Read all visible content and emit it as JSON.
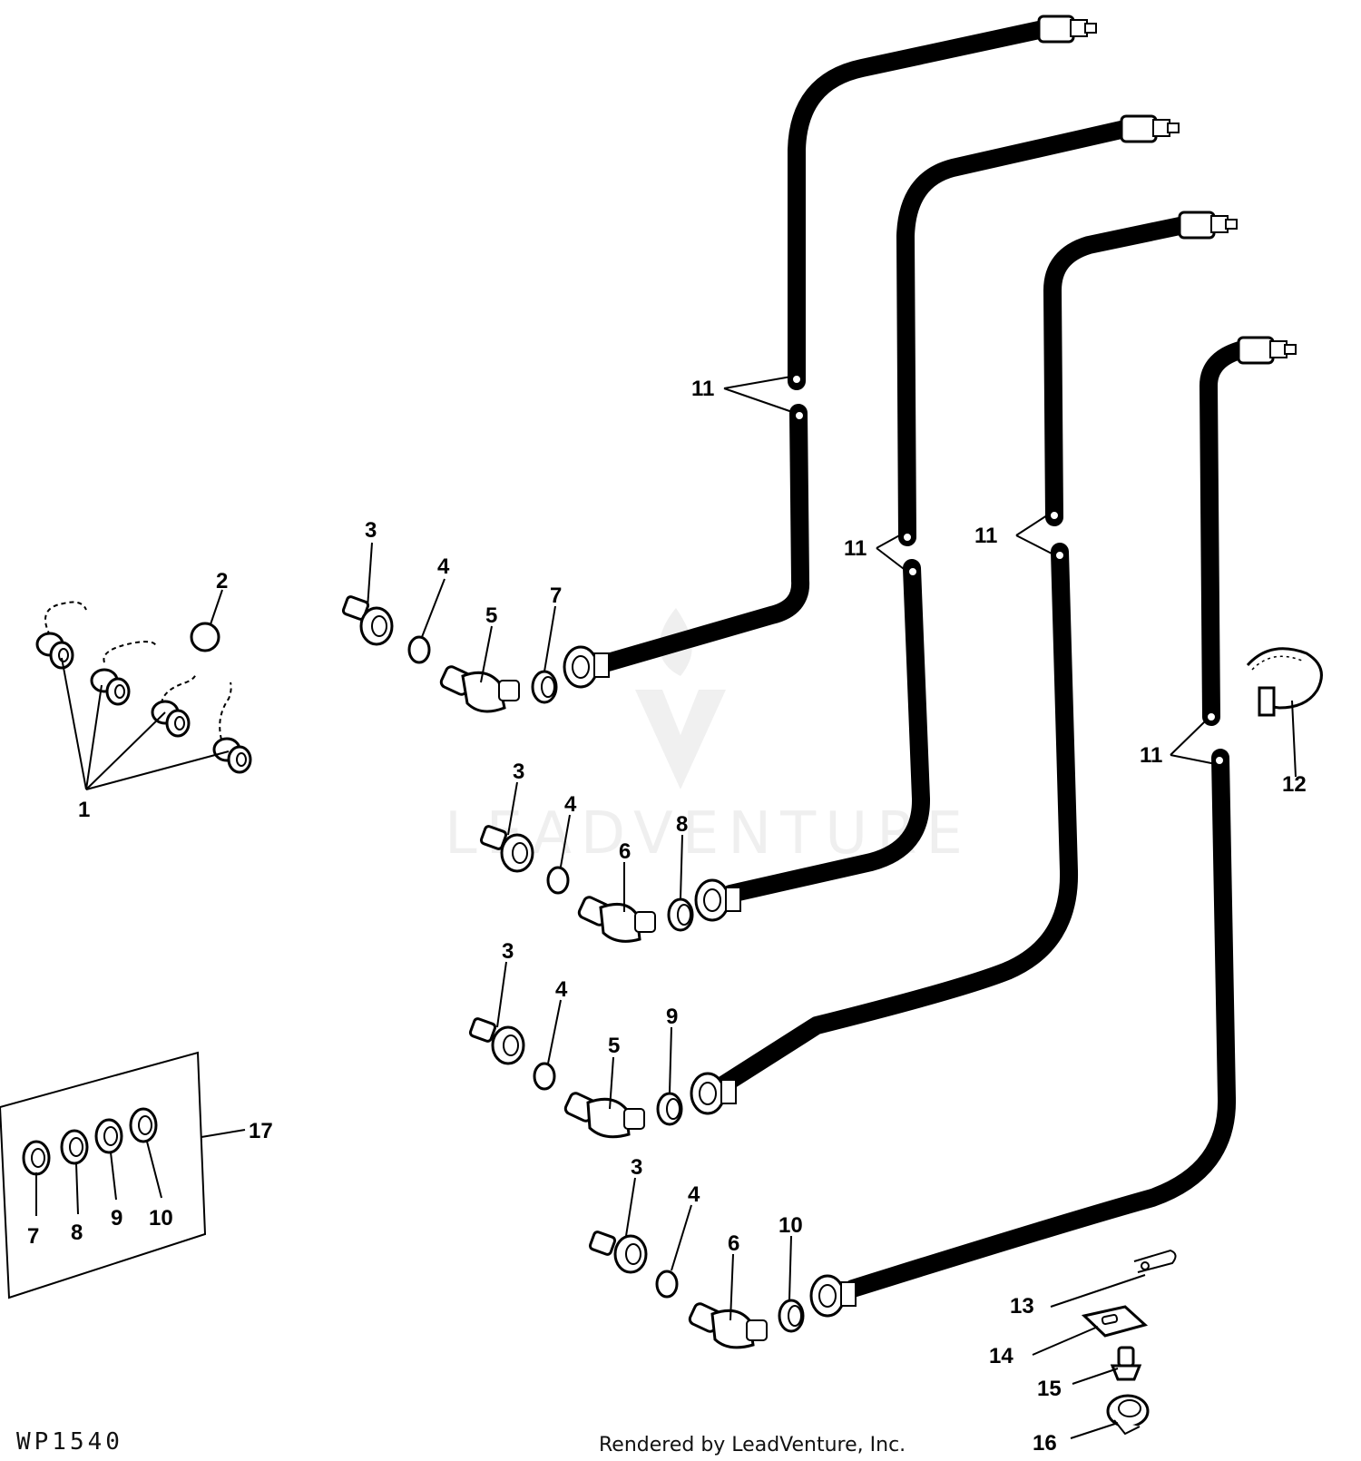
{
  "footer": {
    "drawing_code": "WP1540",
    "credit": "Rendered by LeadVenture, Inc."
  },
  "watermark": {
    "text": "LEADVENTURE"
  },
  "callouts": {
    "c1": "1",
    "c2": "2",
    "c3a": "3",
    "c4a": "4",
    "c5a": "5",
    "c7a": "7",
    "c3b": "3",
    "c4b": "4",
    "c6b": "6",
    "c8b": "8",
    "c3c": "3",
    "c4c": "4",
    "c5c": "5",
    "c9c": "9",
    "c3d": "3",
    "c4d": "4",
    "c6d": "6",
    "c10d": "10",
    "c11a": "11",
    "c11b": "11",
    "c11c": "11",
    "c11d": "11",
    "c12": "12",
    "c13": "13",
    "c14": "14",
    "c15": "15",
    "c16": "16",
    "c17": "17",
    "k7": "7",
    "k8": "8",
    "k9": "9",
    "k10": "10"
  }
}
